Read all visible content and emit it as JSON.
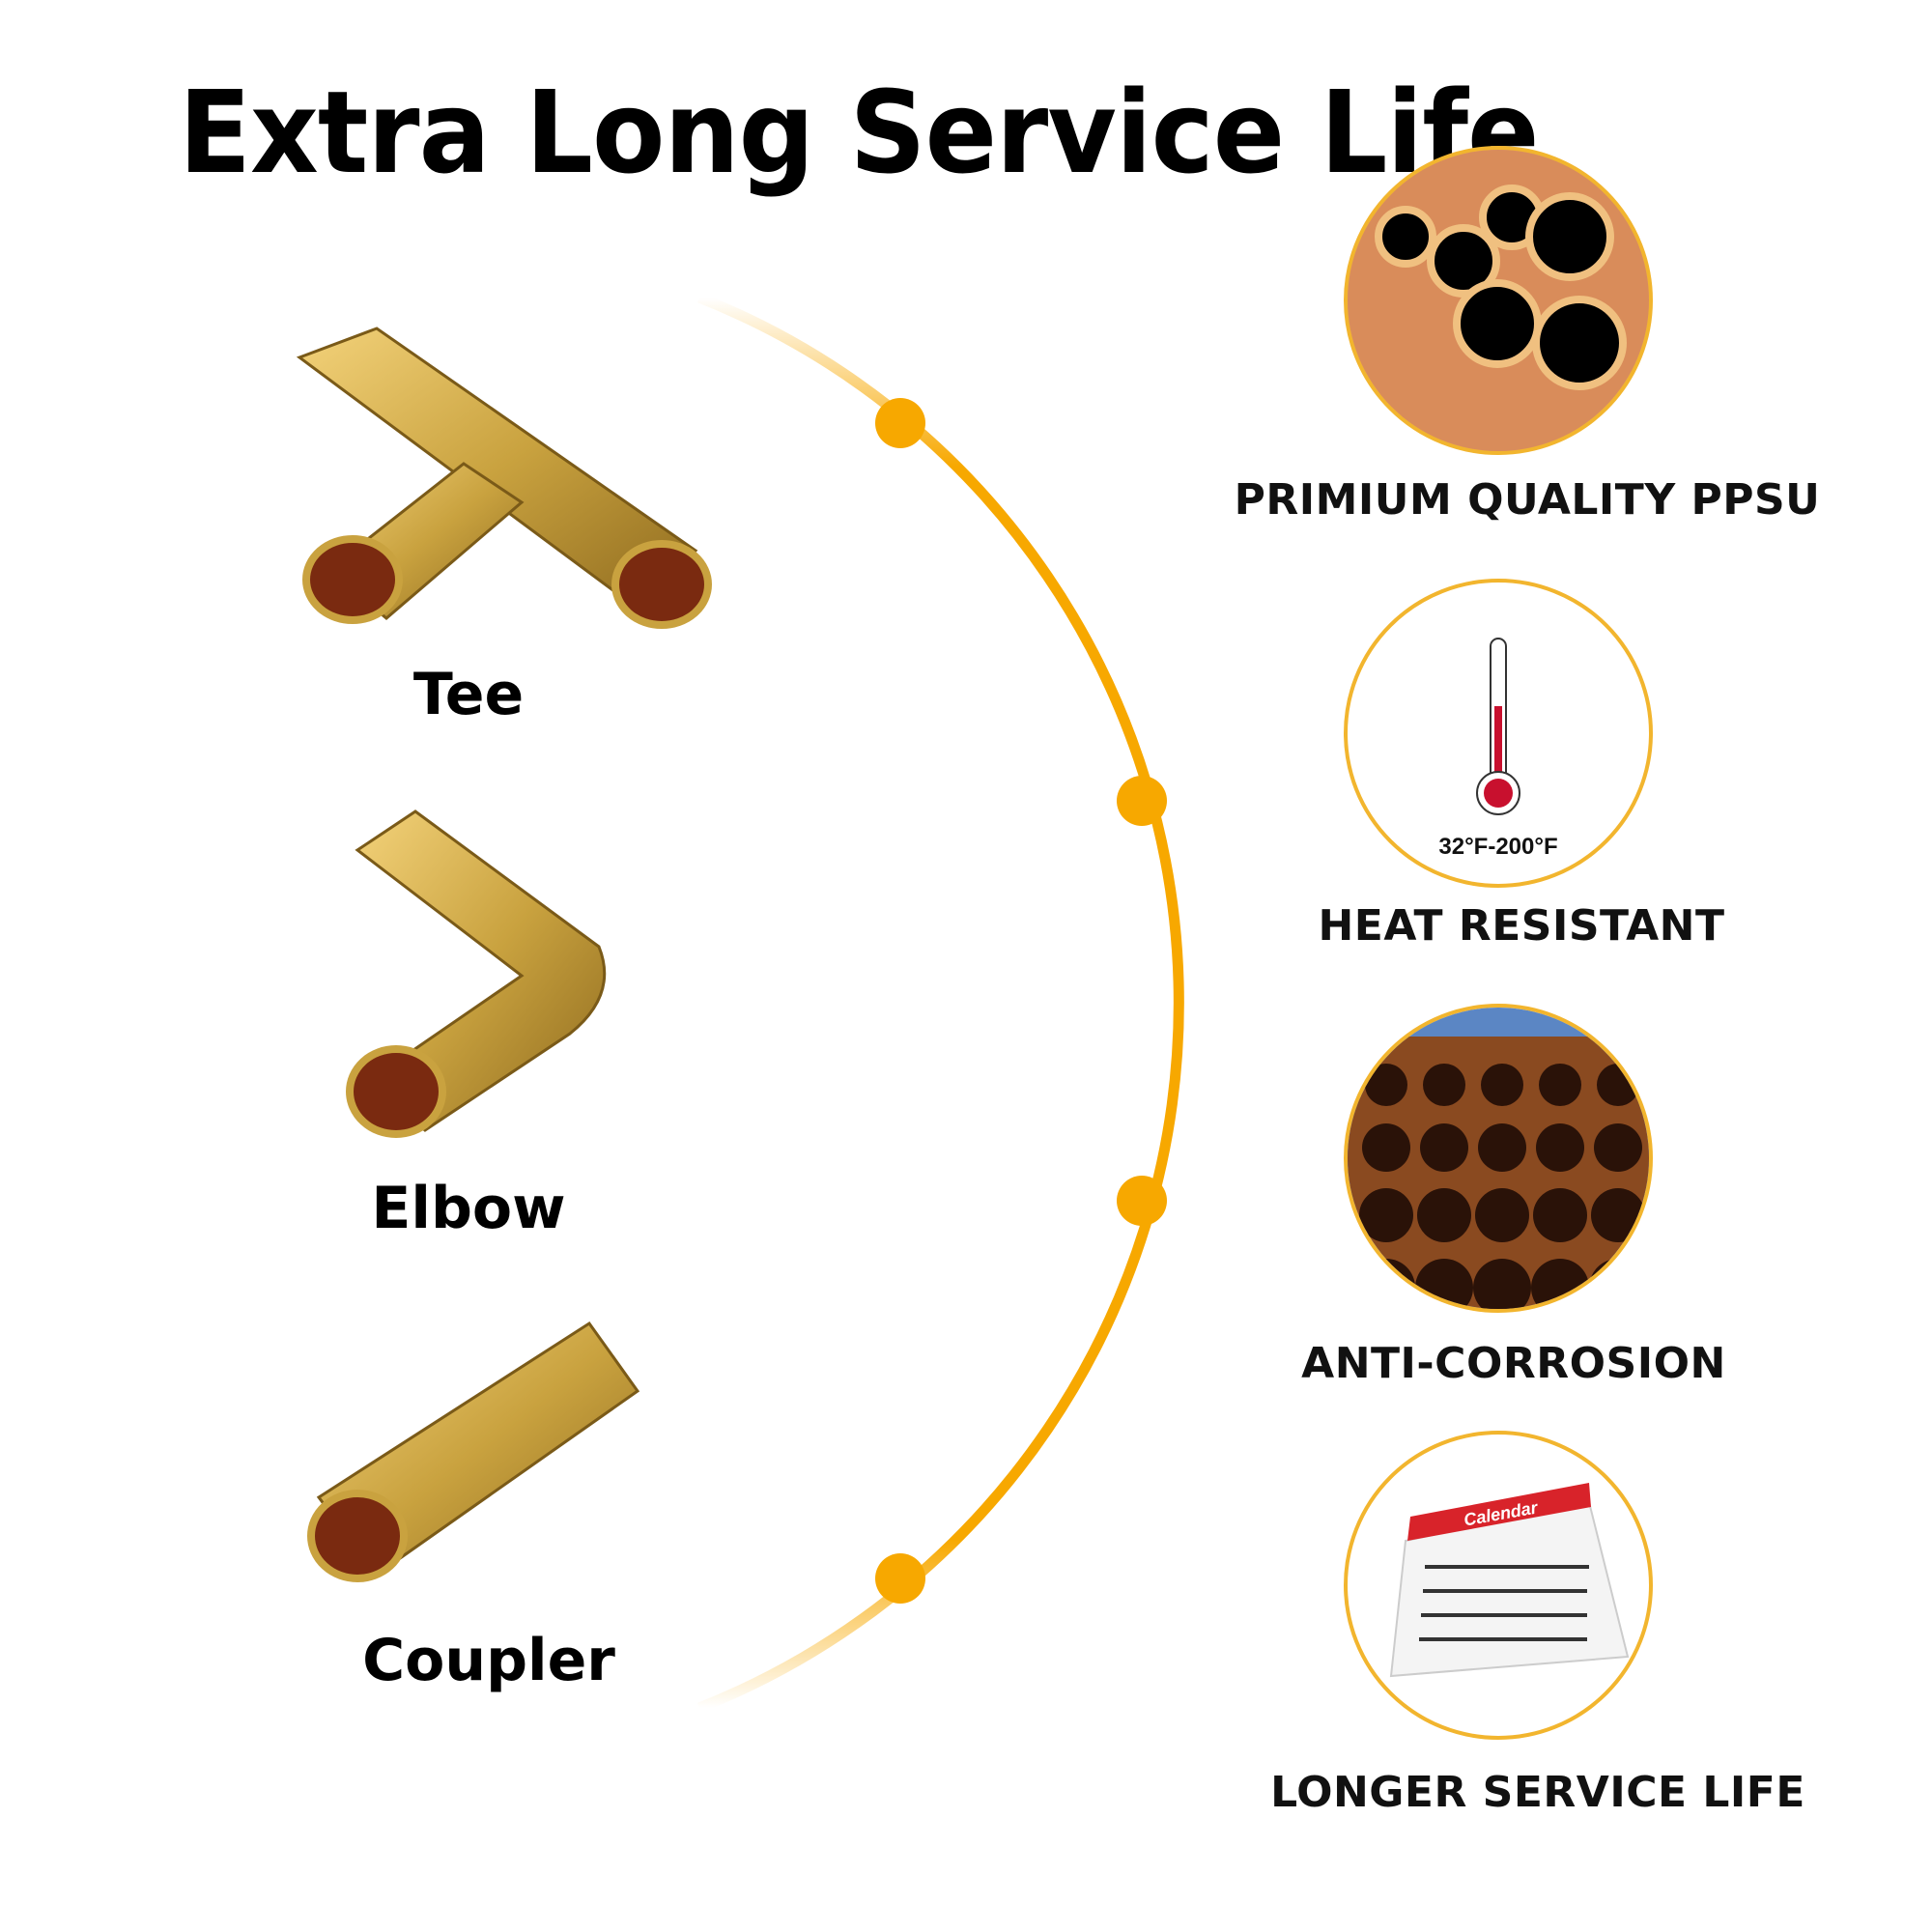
{
  "title": "Extra Long Service Life",
  "products": [
    {
      "label": "Tee"
    },
    {
      "label": "Elbow"
    },
    {
      "label": "Coupler"
    }
  ],
  "features": [
    {
      "label": "PRIMIUM QUALITY PPSU",
      "icon": "copper-pipes-icon"
    },
    {
      "label": "HEAT RESISTANT",
      "icon": "thermometer-icon",
      "range": "32°F-200°F"
    },
    {
      "label": "ANTI-CORROSION",
      "icon": "pipe-stack-icon"
    },
    {
      "label": "LONGER SERVICE LIFE",
      "icon": "calendar-icon",
      "calendar_title": "Calendar"
    }
  ],
  "colors": {
    "accent": "#F7A800",
    "brass": "#C9A23F",
    "ring": "#F2B52E"
  }
}
